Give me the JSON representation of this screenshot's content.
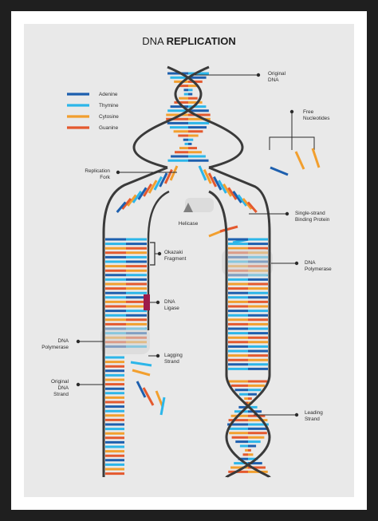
{
  "title": {
    "light": "DNA ",
    "bold": "REPLICATION"
  },
  "colors": {
    "adenine": "#1d5fae",
    "thymine": "#2cb6e9",
    "cytosine": "#f29f2e",
    "guanine": "#e4592e",
    "backbone": "#3a3a3a",
    "ligase": "#9c1b4b",
    "helicase": "#808080",
    "panel": "#e9e9e9"
  },
  "legend": [
    {
      "label": "Adenine",
      "color": "#1d5fae"
    },
    {
      "label": "Thymine",
      "color": "#2cb6e9"
    },
    {
      "label": "Cytosine",
      "color": "#f29f2e"
    },
    {
      "label": "Guanine",
      "color": "#e4592e"
    }
  ],
  "labels": {
    "original_dna": [
      "Original",
      "DNA"
    ],
    "free_nucleotides": [
      "Free",
      "Nucleotides"
    ],
    "replication_fork": [
      "Replication",
      "Fork"
    ],
    "helicase": "Helicase",
    "ssbp": [
      "Single-strand",
      "Binding Protein"
    ],
    "okazaki": [
      "Okazaki",
      "Fragment"
    ],
    "dna_polymerase_right": [
      "DNA",
      "Polymerase"
    ],
    "dna_ligase": [
      "DNA",
      "Ligase"
    ],
    "dna_polymerase_left": [
      "DNA",
      "Polymerase"
    ],
    "lagging_strand": [
      "Lagging",
      "Strand"
    ],
    "original_dna_strand": [
      "Original",
      "DNA",
      "Strand"
    ],
    "leading_strand": [
      "Leading",
      "Strand"
    ]
  }
}
